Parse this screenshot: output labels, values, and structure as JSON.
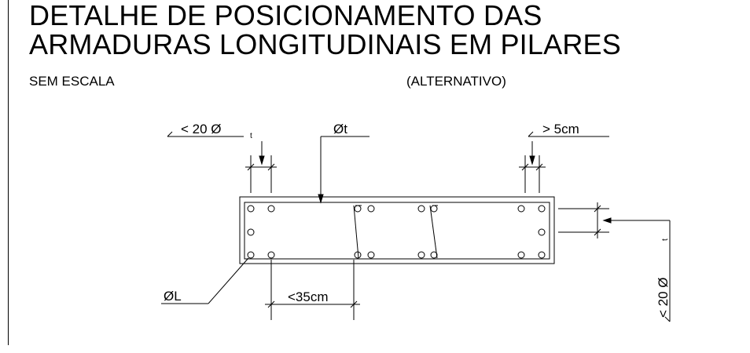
{
  "title": {
    "line1": "DETALHE DE POSICIONAMENTO DAS",
    "line2": "ARMADURAS LONGITUDINAIS EM PILARES"
  },
  "subtitle": {
    "scale": "SEM ESCALA",
    "variant": "(ALTERNATIVO)"
  },
  "annotations": {
    "max_spacing_top": "< 20 Ø",
    "t_top": "t",
    "stirrup_diameter": "Øt",
    "min_cover": "> 5cm",
    "longitudinal_diameter": "ØL",
    "max_bar_spacing": "<35cm",
    "max_spacing_side": "< 20 Ø",
    "t_side": "t"
  }
}
